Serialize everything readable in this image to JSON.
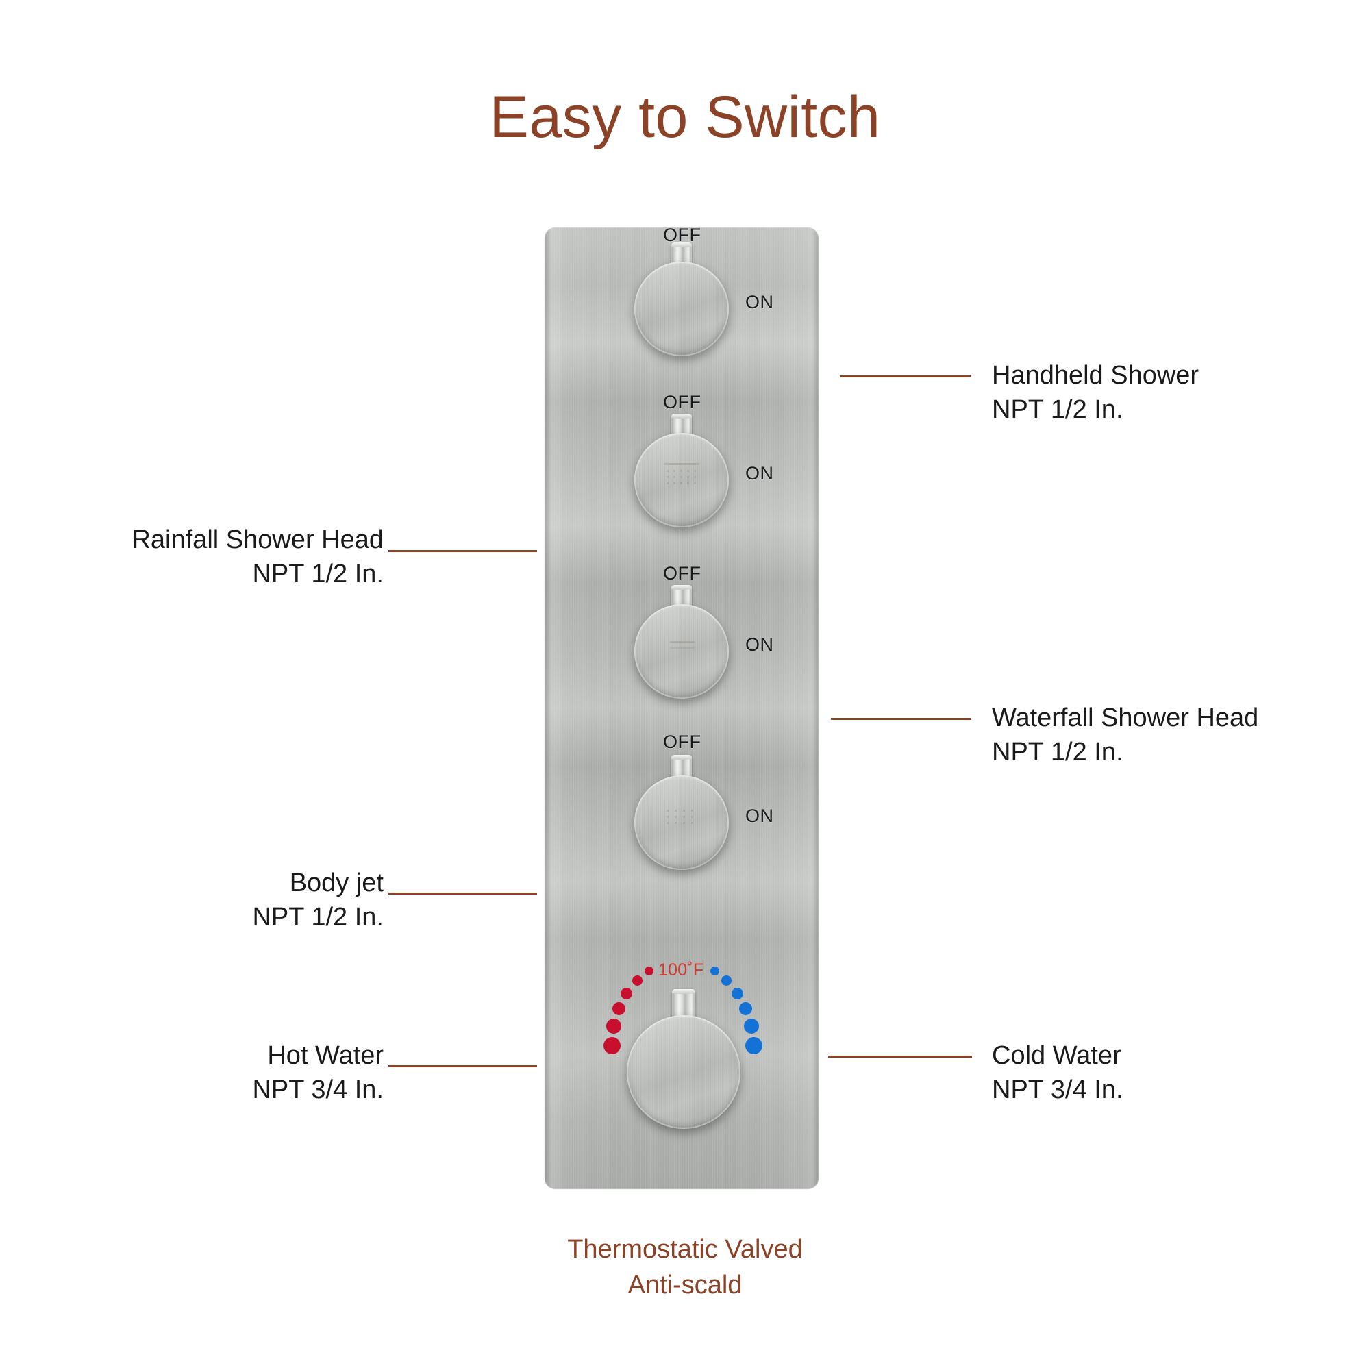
{
  "title": "Easy to Switch",
  "colors": {
    "accent_brown": "#8B4226",
    "label_text": "#1a1a1a",
    "hot_red": "#C8102E",
    "cold_blue": "#1472D6",
    "panel_nickel": "#b4b6b4",
    "temp_text": "#D1382E"
  },
  "valve_panel": {
    "name": "thermostatic-shower-valve-trim-plate",
    "finish": "brushed-nickel",
    "knobs": [
      {
        "id": "handheld",
        "off_label": "OFF",
        "on_label": "ON",
        "state": "OFF"
      },
      {
        "id": "rainfall",
        "off_label": "OFF",
        "on_label": "ON",
        "state": "OFF"
      },
      {
        "id": "waterfall",
        "off_label": "OFF",
        "on_label": "ON",
        "state": "OFF"
      },
      {
        "id": "bodyjet",
        "off_label": "OFF",
        "on_label": "ON",
        "state": "OFF"
      }
    ],
    "thermostatic": {
      "temperature_label": "100˚F",
      "hot_dots": 6,
      "cold_dots": 6,
      "hot_side": "left",
      "cold_side": "right"
    }
  },
  "callouts": {
    "handheld_shower": {
      "line1": "Handheld Shower",
      "line2": "NPT 1/2 In.",
      "side": "right"
    },
    "rainfall_shower_head": {
      "line1": "Rainfall Shower Head",
      "line2": "NPT 1/2 In.",
      "side": "left"
    },
    "waterfall_shower_head": {
      "line1": "Waterfall Shower Head",
      "line2": "NPT 1/2 In.",
      "side": "right"
    },
    "body_jet": {
      "line1": "Body jet",
      "line2": "NPT 1/2 In.",
      "side": "left"
    },
    "hot_water": {
      "line1": "Hot Water",
      "line2": "NPT 3/4 In.",
      "side": "left"
    },
    "cold_water": {
      "line1": "Cold Water",
      "line2": "NPT 3/4 In.",
      "side": "right"
    }
  },
  "footer": {
    "line1": "Thermostatic Valved",
    "line2": "Anti-scald"
  }
}
